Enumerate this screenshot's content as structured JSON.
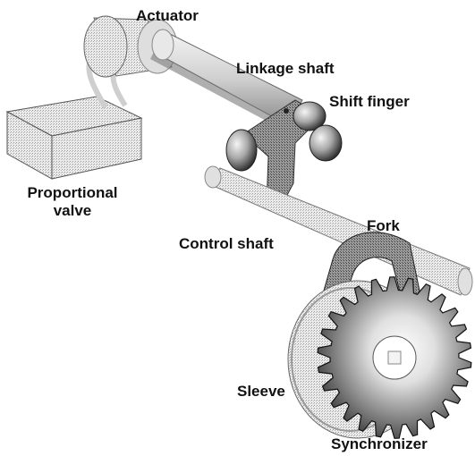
{
  "labels": {
    "actuator": "Actuator",
    "linkage_shaft": "Linkage shaft",
    "shift_finger": "Shift finger",
    "proportional_valve_line1": "Proportional",
    "proportional_valve_line2": "valve",
    "fork": "Fork",
    "control_shaft": "Control shaft",
    "sleeve": "Sleeve",
    "synchronizer": "Synchronizer"
  },
  "colors": {
    "part_light": "#e6e6e6",
    "part_mid": "#bdbdbd",
    "part_dark": "#555555",
    "outline": "#333333",
    "label": "#111111"
  }
}
